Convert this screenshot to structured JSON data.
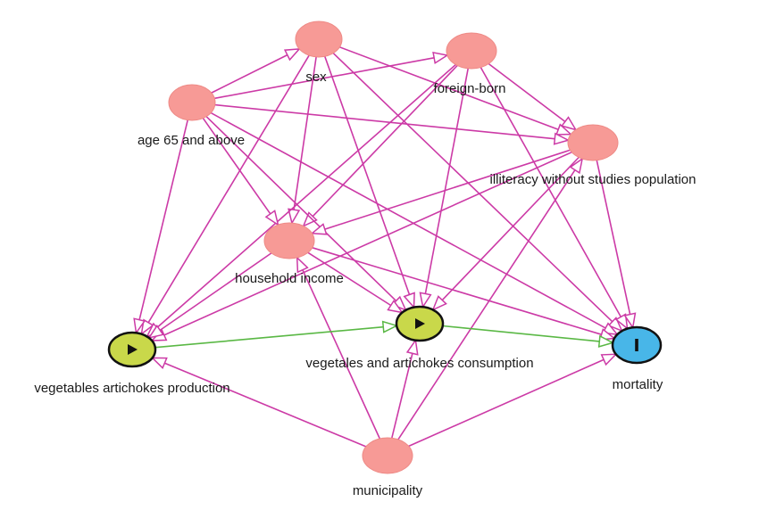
{
  "diagram": {
    "colors": {
      "background": "#ffffff",
      "edge_default": "#cc3aa6",
      "edge_causal_path": "#5ab845",
      "node_other": "#f79a96",
      "node_other_stroke": "#ee8a86",
      "node_exposure": "#c9d84a",
      "node_outcome": "#48b6e8",
      "node_marker_stroke": "#111111"
    },
    "nodes": [
      {
        "id": "sex",
        "label": "sex",
        "kind": "other",
        "icon": ""
      },
      {
        "id": "foreign_born",
        "label": "foreign-born",
        "kind": "other",
        "icon": ""
      },
      {
        "id": "age65",
        "label": "age 65 and above",
        "kind": "other",
        "icon": ""
      },
      {
        "id": "illiteracy",
        "label": "illiteracy without studies population",
        "kind": "other",
        "icon": ""
      },
      {
        "id": "household_income",
        "label": "household income",
        "kind": "other",
        "icon": ""
      },
      {
        "id": "veg_production",
        "label": "vegetables artichokes production",
        "kind": "exposure",
        "icon": "play-icon"
      },
      {
        "id": "veg_consumption",
        "label": "vegetales and artichokes consumption",
        "kind": "exposure",
        "icon": "play-icon"
      },
      {
        "id": "mortality",
        "label": "mortality",
        "kind": "outcome",
        "icon": "bar-icon"
      },
      {
        "id": "municipality",
        "label": "municipality",
        "kind": "other",
        "icon": ""
      }
    ],
    "edges": [
      {
        "from": "sex",
        "to": "veg_production",
        "kind": "default"
      },
      {
        "from": "sex",
        "to": "veg_consumption",
        "kind": "default"
      },
      {
        "from": "sex",
        "to": "mortality",
        "kind": "default"
      },
      {
        "from": "sex",
        "to": "household_income",
        "kind": "default"
      },
      {
        "from": "sex",
        "to": "illiteracy",
        "kind": "default"
      },
      {
        "from": "foreign_born",
        "to": "veg_production",
        "kind": "default"
      },
      {
        "from": "foreign_born",
        "to": "veg_consumption",
        "kind": "default"
      },
      {
        "from": "foreign_born",
        "to": "mortality",
        "kind": "default"
      },
      {
        "from": "foreign_born",
        "to": "household_income",
        "kind": "default"
      },
      {
        "from": "foreign_born",
        "to": "illiteracy",
        "kind": "default"
      },
      {
        "from": "age65",
        "to": "foreign_born",
        "kind": "default"
      },
      {
        "from": "age65",
        "to": "sex",
        "kind": "default"
      },
      {
        "from": "age65",
        "to": "illiteracy",
        "kind": "default"
      },
      {
        "from": "age65",
        "to": "veg_production",
        "kind": "default"
      },
      {
        "from": "age65",
        "to": "veg_consumption",
        "kind": "default"
      },
      {
        "from": "age65",
        "to": "mortality",
        "kind": "default"
      },
      {
        "from": "age65",
        "to": "household_income",
        "kind": "default"
      },
      {
        "from": "illiteracy",
        "to": "household_income",
        "kind": "default"
      },
      {
        "from": "illiteracy",
        "to": "veg_production",
        "kind": "default"
      },
      {
        "from": "illiteracy",
        "to": "veg_consumption",
        "kind": "default"
      },
      {
        "from": "illiteracy",
        "to": "mortality",
        "kind": "default"
      },
      {
        "from": "household_income",
        "to": "veg_production",
        "kind": "default"
      },
      {
        "from": "household_income",
        "to": "veg_consumption",
        "kind": "default"
      },
      {
        "from": "household_income",
        "to": "mortality",
        "kind": "default"
      },
      {
        "from": "municipality",
        "to": "veg_production",
        "kind": "default"
      },
      {
        "from": "municipality",
        "to": "veg_consumption",
        "kind": "default"
      },
      {
        "from": "municipality",
        "to": "mortality",
        "kind": "default"
      },
      {
        "from": "municipality",
        "to": "household_income",
        "kind": "default"
      },
      {
        "from": "municipality",
        "to": "illiteracy",
        "kind": "default"
      },
      {
        "from": "veg_production",
        "to": "veg_consumption",
        "kind": "causal"
      },
      {
        "from": "veg_consumption",
        "to": "mortality",
        "kind": "causal"
      }
    ]
  }
}
